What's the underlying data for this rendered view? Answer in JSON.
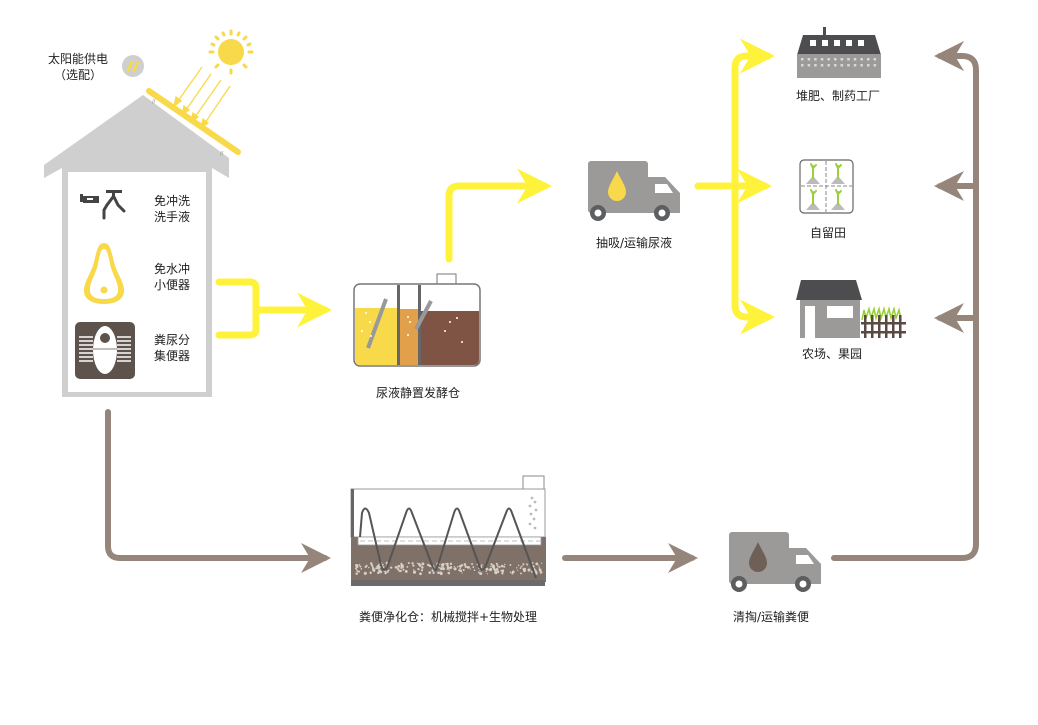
{
  "title": "粪尿分集处理流程",
  "colors": {
    "urine_flow": "#fff23a",
    "feces_flow": "#95857b",
    "house_gray": "#cfcfcf",
    "text": "#222222",
    "truck_gray": "#9c9a98",
    "wheel": "#5d5e60",
    "urine_yellow": "#f7d94a",
    "urine_orange": "#e2a04a",
    "sludge_brown": "#7f5444",
    "building_dark": "#4d4d50",
    "plant_green": "#9ccf3c",
    "fence_brown": "#5a4a42"
  },
  "solar": {
    "label_line1": "太阳能供电",
    "label_line2": "（选配）"
  },
  "house": {
    "items": [
      {
        "icon": "faucet-icon",
        "line1": "免冲洗",
        "line2": "洗手液"
      },
      {
        "icon": "urinal-icon",
        "line1": "免水冲",
        "line2": "小便器"
      },
      {
        "icon": "separating-toilet-icon",
        "line1": "粪尿分",
        "line2": "集便器"
      }
    ]
  },
  "nodes": {
    "urine_tank": "尿液静置发酵仓",
    "urine_truck": "抽吸/运输尿液",
    "factory": "堆肥、制药工厂",
    "field": "自留田",
    "farm": "农场、果园",
    "feces_tank": "粪便净化仓：机械搅拌+生物处理",
    "feces_truck": "清掏/运输粪便"
  }
}
